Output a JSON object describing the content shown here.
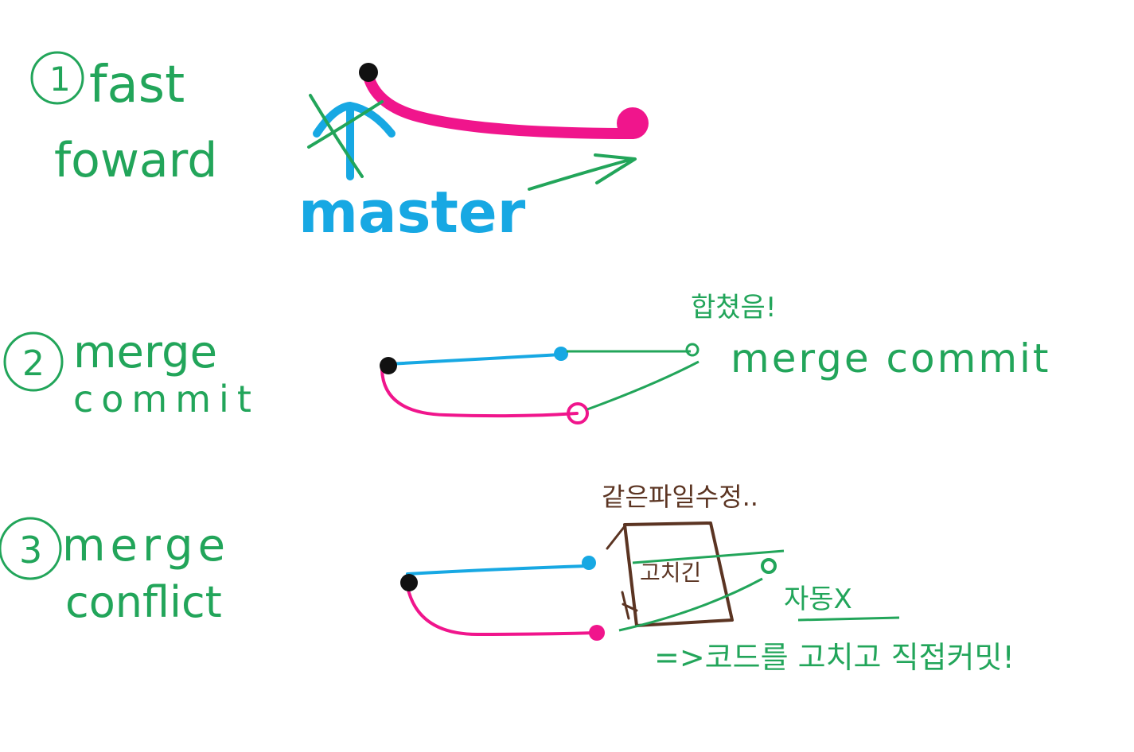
{
  "colors": {
    "green": "#22a55a",
    "blue": "#17a8e3",
    "pink": "#f0158c",
    "black": "#111111",
    "brown": "#5b3422",
    "background": "#ffffff"
  },
  "sections": [
    {
      "number": "1",
      "title_lines": [
        "fast",
        "foward"
      ],
      "branch_label": "master"
    },
    {
      "number": "2",
      "title_lines": [
        "merge",
        "commit"
      ],
      "note": "합쳤음!",
      "result_label": "merge commit"
    },
    {
      "number": "3",
      "title_lines": [
        "merge",
        "conflict"
      ],
      "note_top": "같은파일수정..",
      "box_label": "고치긴",
      "auto_note": "자동X",
      "action_note": "=>코드를 고치고 직접커밋!"
    }
  ]
}
